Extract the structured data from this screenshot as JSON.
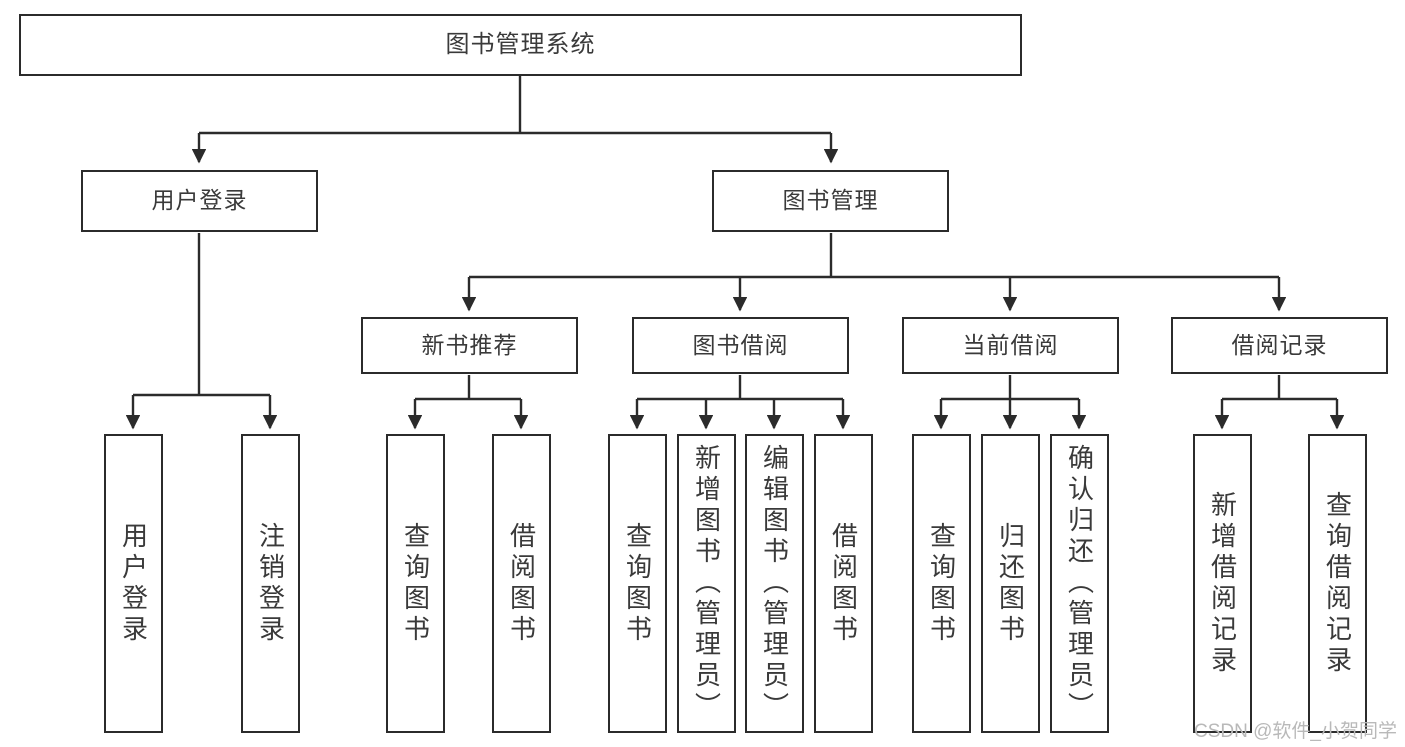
{
  "diagram": {
    "type": "tree",
    "title": "图书管理系统",
    "watermark": "CSDN @软件_小贺同学",
    "colors": {
      "stroke": "#2b2b2b",
      "fill": "#ffffff",
      "text": "#3a3a3a",
      "watermark": "#b9b9b9"
    },
    "nodes": {
      "root": {
        "label": "图书管理系统"
      },
      "level2": [
        {
          "label": "用户登录"
        },
        {
          "label": "图书管理"
        }
      ],
      "level3": [
        {
          "label": "新书推荐"
        },
        {
          "label": "图书借阅"
        },
        {
          "label": "当前借阅"
        },
        {
          "label": "借阅记录"
        }
      ],
      "leaves": [
        {
          "label": "用户登录"
        },
        {
          "label": "注销登录"
        },
        {
          "label": "查询图书"
        },
        {
          "label": "借阅图书"
        },
        {
          "label": "查询图书"
        },
        {
          "label": "新增图书（管理员）"
        },
        {
          "label": "编辑图书（管理员）"
        },
        {
          "label": "借阅图书"
        },
        {
          "label": "查询图书"
        },
        {
          "label": "归还图书"
        },
        {
          "label": "确认归还（管理员）"
        },
        {
          "label": "新增借阅记录"
        },
        {
          "label": "查询借阅记录"
        }
      ]
    }
  }
}
